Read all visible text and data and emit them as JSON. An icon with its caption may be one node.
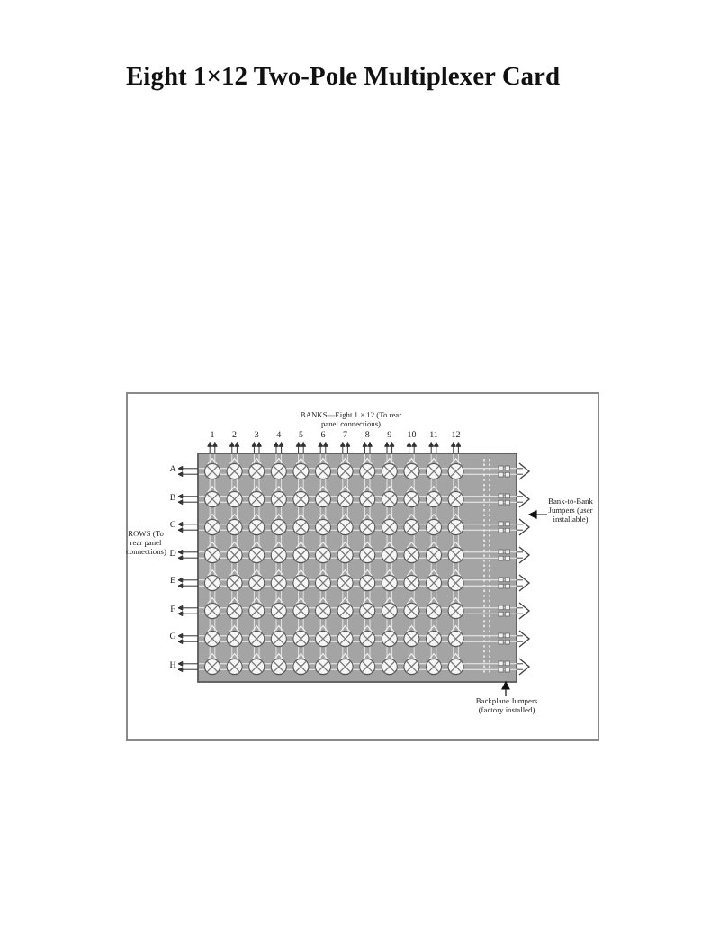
{
  "diagram": {
    "title": "Eight 1×12 Two-Pole Multiplexer Card",
    "nodes": [
      {
        "text": [
          "1"
        ]
      },
      {
        "text": [
          "2"
        ]
      },
      {
        "text": [
          "3"
        ]
      },
      {
        "text": [
          "4"
        ]
      },
      {
        "text": [
          "5"
        ]
      },
      {
        "text": [
          "6"
        ]
      },
      {
        "text": [
          "7"
        ]
      },
      {
        "text": [
          "8"
        ]
      },
      {
        "text": [
          "9"
        ]
      },
      {
        "text": [
          "10"
        ]
      },
      {
        "text": [
          "11"
        ]
      },
      {
        "text": [
          "12"
        ]
      },
      {
        "text": [],
        "shape": "picture"
      },
      {
        "text": [
          "A"
        ]
      },
      {
        "text": [
          "B"
        ]
      },
      {
        "text": [
          "C"
        ]
      },
      {
        "text": [
          "D"
        ]
      },
      {
        "text": [
          "E"
        ]
      },
      {
        "text": [
          "F"
        ]
      },
      {
        "text": [
          "G"
        ]
      },
      {
        "text": [
          "H"
        ]
      },
      {
        "text": [
          "Bank-to-Bank Jumpers (user installable)"
        ]
      },
      {
        "text": [
          "Backplane Jumpers (factory installed)"
        ]
      }
    ],
    "edges": [
      {
        "from": 12,
        "to": 0,
        "arrow": "to"
      },
      {
        "from": 12,
        "to": 1,
        "arrow": "to"
      },
      {
        "from": 12,
        "to": 2,
        "arrow": "to"
      },
      {
        "from": 12,
        "to": 3,
        "arrow": "to"
      },
      {
        "from": 12,
        "to": 4,
        "arrow": "to"
      },
      {
        "from": 12,
        "to": 5,
        "arrow": "to"
      },
      {
        "from": 12,
        "to": 6,
        "arrow": "to"
      },
      {
        "from": 12,
        "to": 7,
        "arrow": "to"
      },
      {
        "from": 12,
        "to": 8,
        "arrow": "to"
      },
      {
        "from": 12,
        "to": 9,
        "arrow": "to"
      },
      {
        "from": 12,
        "to": 10,
        "arrow": "to"
      },
      {
        "from": 12,
        "to": 11,
        "arrow": "to"
      },
      {
        "from": 12,
        "to": 13,
        "arrow": "to"
      },
      {
        "from": 12,
        "to": 14,
        "arrow": "to"
      },
      {
        "from": 12,
        "to": 15,
        "arrow": "to"
      },
      {
        "from": 12,
        "to": 16,
        "arrow": "to"
      },
      {
        "from": 12,
        "to": 17,
        "arrow": "to"
      },
      {
        "from": 12,
        "to": 18,
        "arrow": "to"
      },
      {
        "from": 12,
        "to": 19,
        "arrow": "to"
      },
      {
        "from": 12,
        "to": 20,
        "arrow": "to"
      },
      {
        "from": 21,
        "to": 12,
        "arrow": "to"
      },
      {
        "from": 22,
        "to": 12,
        "arrow": "to"
      }
    ],
    "labels": [
      "BANKS—Eight 1 × 12 (To rear panel connections)",
      "ROWS (To rear panel connections)"
    ]
  }
}
